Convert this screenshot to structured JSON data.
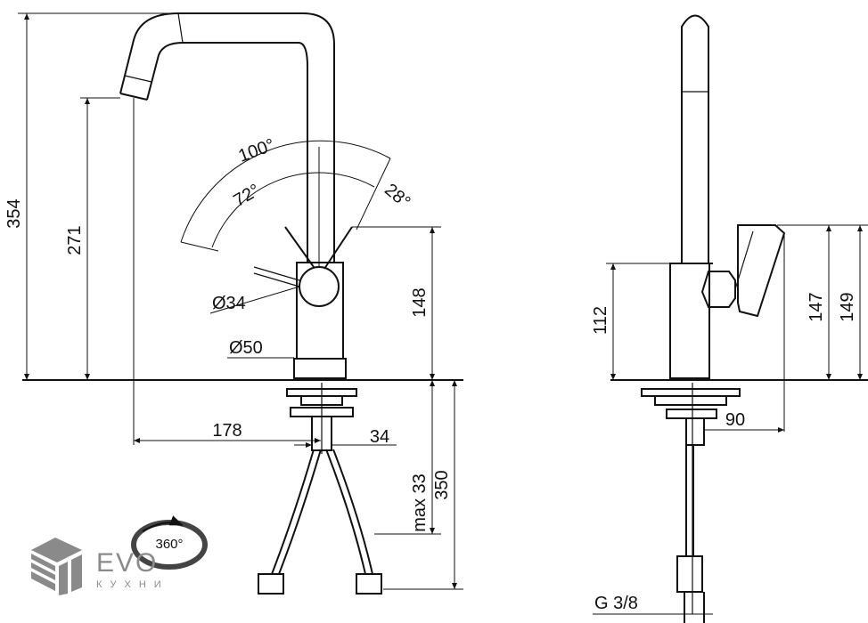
{
  "drawing": {
    "front_view": {
      "dimensions": {
        "total_height": "354",
        "spout_height": "271",
        "handle_height": "148",
        "hose_length": "350",
        "max_thickness": "max 33",
        "reach": "178",
        "thread_width": "34",
        "lever_diameter": "Ø34",
        "body_diameter": "Ø50",
        "angle_total": "100°",
        "angle_main": "72°",
        "angle_back": "28°"
      }
    },
    "side_view": {
      "dimensions": {
        "body_height": "112",
        "handle_height_a": "147",
        "handle_height_b": "149",
        "handle_offset": "90",
        "connection": "G 3/8"
      }
    },
    "rotation_badge": "360°",
    "logo": {
      "name": "EVO",
      "subtitle": "КУХНИ",
      "color": "#8a8a8a"
    }
  }
}
